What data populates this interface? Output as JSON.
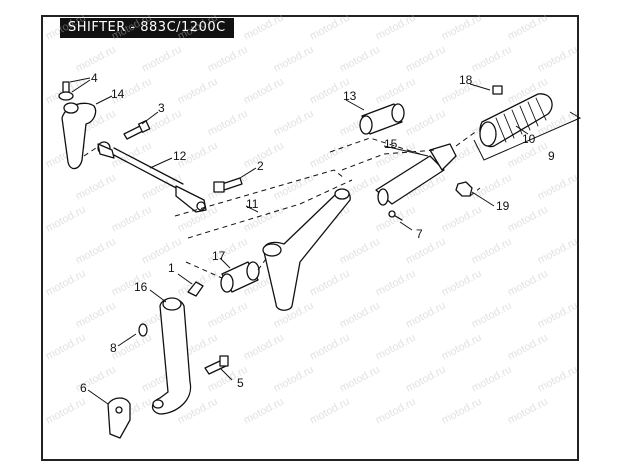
{
  "title": "SHIFTER - 883C/1200C",
  "watermark": "motod.ru",
  "callouts": [
    "1",
    "2",
    "3",
    "4",
    "5",
    "6",
    "7",
    "8",
    "9",
    "10",
    "11",
    "12",
    "13",
    "14",
    "15",
    "16",
    "17",
    "18",
    "19"
  ]
}
